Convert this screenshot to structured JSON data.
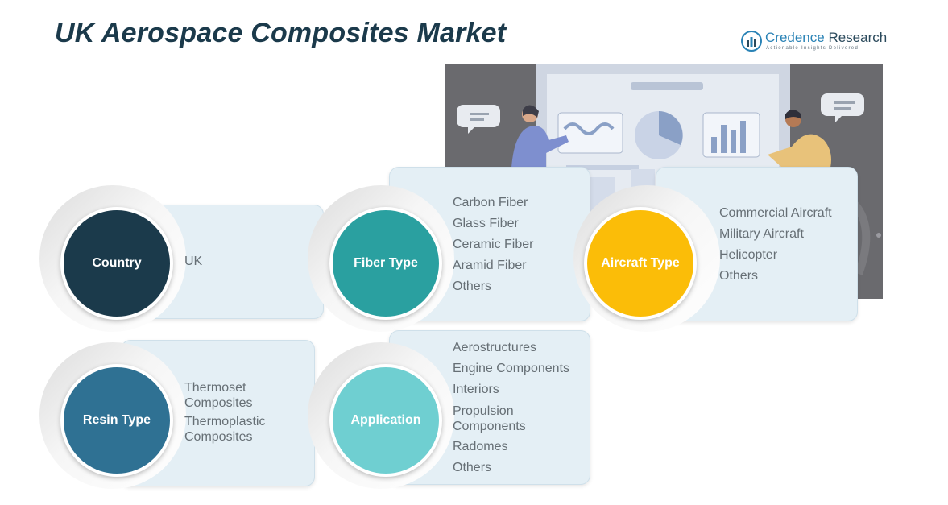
{
  "title": "UK Aerospace Composites Market",
  "logo": {
    "brand": "Credence",
    "name_rest": " Research",
    "tagline": "Actionable Insights Delivered"
  },
  "colors": {
    "title": "#1b3a4b",
    "country": "#1b3a4b",
    "fiber_type": "#2aa0a0",
    "aircraft_type": "#fbbd08",
    "resin_type": "#2f7193",
    "application": "#6fcfd1",
    "card_bg": "#e4eff5"
  },
  "segments": {
    "country": {
      "label": "Country",
      "items": [
        "UK"
      ]
    },
    "fiber_type": {
      "label": "Fiber Type",
      "items": [
        "Carbon Fiber",
        "Glass Fiber",
        "Ceramic Fiber",
        "Aramid Fiber",
        "Others"
      ]
    },
    "aircraft_type": {
      "label": "Aircraft Type",
      "items": [
        "Commercial Aircraft",
        "Military Aircraft",
        "Helicopter",
        "Others"
      ]
    },
    "resin_type": {
      "label": "Resin Type",
      "items": [
        "Thermoset Composites",
        "Thermoplastic Composites"
      ]
    },
    "application": {
      "label": "Application",
      "items": [
        "Aerostructures",
        "Engine Components",
        "Interiors",
        "Propulsion Components",
        "Radomes",
        "Others"
      ]
    }
  }
}
